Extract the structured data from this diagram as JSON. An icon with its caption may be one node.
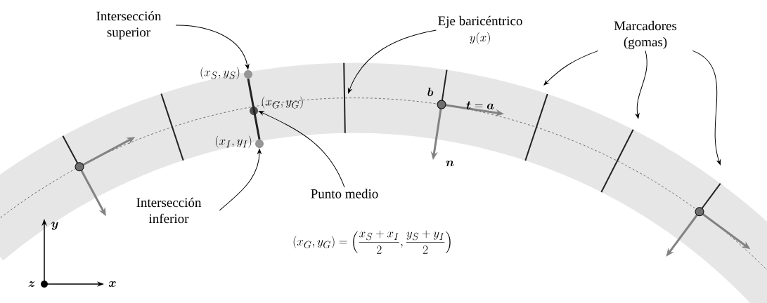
{
  "diagram": {
    "nodes": [
      {
        "text": [
          "Intersección superior"
        ]
      },
      {
        "text": [],
        "shape": "circle",
        "beside": [
          "(x_S, y_S)"
        ]
      },
      {
        "text": [],
        "shape": "circle",
        "beside": [
          "(x_G, y_G)"
        ]
      },
      {
        "text": [],
        "shape": "circle",
        "beside": [
          "(x_I, y_I)"
        ]
      },
      {
        "text": [
          "Intersección inferior"
        ]
      },
      {
        "text": [
          "Punto medio"
        ]
      },
      {
        "text": [
          "Eje baricéntrico",
          "y(x)"
        ]
      },
      {
        "text": [
          "Marcadores (gomas)"
        ]
      }
    ],
    "edges": [
      {
        "from": 0,
        "to": 1,
        "arrow": "to"
      },
      {
        "from": 4,
        "to": 3,
        "arrow": "to"
      },
      {
        "from": 5,
        "to": 2,
        "arrow": "to"
      },
      {
        "from": 6,
        "to": null,
        "arrow": "to"
      },
      {
        "from": 7,
        "to": null,
        "arrow": "to"
      },
      {
        "from": 7,
        "to": null,
        "arrow": "to"
      },
      {
        "from": 7,
        "to": null,
        "arrow": "to"
      },
      {
        "from": 1,
        "to": 3,
        "arrow": "none",
        "style": "thick"
      }
    ],
    "labels": [
      "\\boldsymbol{b}",
      "\\boldsymbol{t} = \\boldsymbol{a}",
      "\\boldsymbol{n}",
      "\\boldsymbol{y}",
      "\\boldsymbol{z}",
      "\\boldsymbol{x}",
      "(x_G, y_G) = \\left(\\frac{x_S + x_I}{2}, \\frac{y_S + y_I}{2}\\right)"
    ]
  }
}
